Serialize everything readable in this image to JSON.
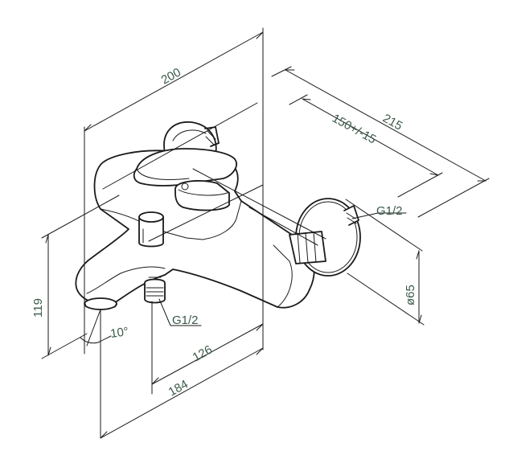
{
  "dimensions": {
    "width_200": "200",
    "depth_215": "215",
    "spacing_150": "150+/-15",
    "height_119": "119",
    "angle_10": "10°",
    "reach_126": "126",
    "reach_184": "184",
    "flange_65": "ø65",
    "thread_right": "G1/2",
    "thread_bottom": "G1/2"
  },
  "colors": {
    "line": "#1a1a1a",
    "dimension_text": "#3a5a48",
    "background": "#ffffff"
  }
}
